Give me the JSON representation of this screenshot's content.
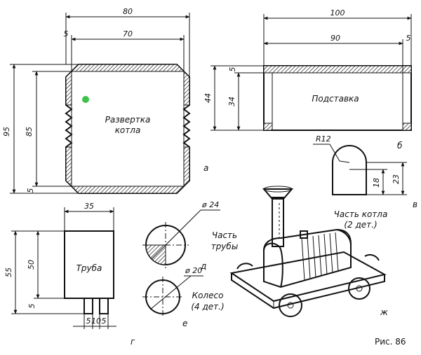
{
  "figure": {
    "caption": "Рис. 86"
  },
  "part_a": {
    "letter": "а",
    "label_line1": "Развертка",
    "label_line2": "котла",
    "dim_width_total": "80",
    "dim_width_inner": "70",
    "dim_width_edge": "5",
    "dim_height_total": "95",
    "dim_height_inner": "85",
    "dim_height_edge": "5",
    "marker_color": "#3cc24a"
  },
  "part_b": {
    "letter": "б",
    "label": "Подставка",
    "dim_width_total": "100",
    "dim_width_inner": "90",
    "dim_width_edge": "5",
    "dim_height_total": "44",
    "dim_height_inner": "34",
    "dim_height_edge": "5"
  },
  "part_v": {
    "letter": "в",
    "label_line1": "Часть котла",
    "label_line2": "(2 дет.)",
    "dim_radius": "R12",
    "dim_height_inner": "18",
    "dim_height_total": "23"
  },
  "part_g": {
    "letter": "г",
    "label": "Труба",
    "dim_width_total": "35",
    "dim_height_total": "55",
    "dim_height_inner": "50",
    "dim_height_edge": "5",
    "dim_bottom_left": "5",
    "dim_bottom_mid": "10",
    "dim_bottom_right": "5"
  },
  "part_d": {
    "letter": "д",
    "label_line1": "Часть",
    "label_line2": "трубы",
    "dim_diameter": "ø 24"
  },
  "part_e": {
    "letter": "е",
    "label_line1": "Колесо",
    "label_line2": "(4 дет.)",
    "dim_diameter": "ø 20"
  },
  "part_zh": {
    "letter": "ж"
  }
}
